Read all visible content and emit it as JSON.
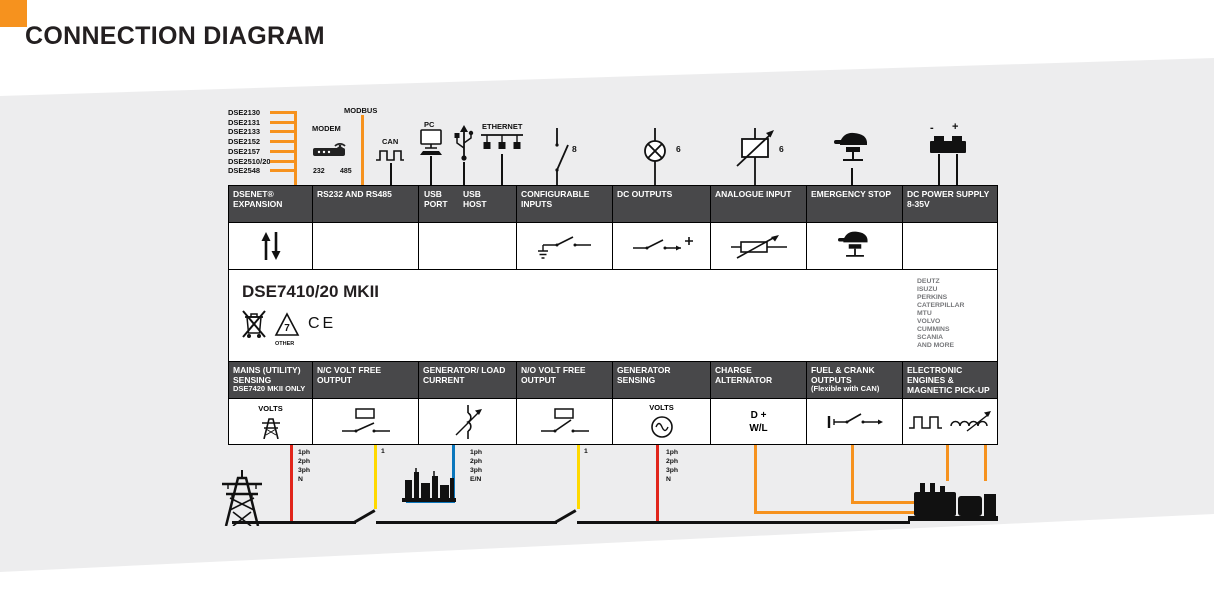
{
  "page": {
    "title": "CONNECTION DIAGRAM"
  },
  "expansion_models": [
    "DSE2130",
    "DSE2131",
    "DSE2133",
    "DSE2152",
    "DSE2157",
    "DSE2510/20",
    "DSE2548"
  ],
  "peripherals": {
    "modbus": "MODBUS",
    "modem": "MODEM",
    "modem_232": "232",
    "modem_485": "485",
    "can": "CAN",
    "pc": "PC",
    "ethernet": "ETHERNET",
    "configurable_inputs_count": "8",
    "dc_outputs_count": "6",
    "analogue_inputs_count": "6",
    "battery_minus": "-",
    "battery_plus": "+"
  },
  "upper_ports": [
    {
      "label": "DSENET® EXPANSION"
    },
    {
      "label": "RS232 AND RS485"
    },
    {
      "label": "USB PORT",
      "label_b": "USB HOST"
    },
    {
      "label": "CONFIGURABLE INPUTS"
    },
    {
      "label": "DC OUTPUTS"
    },
    {
      "label": "ANALOGUE INPUT"
    },
    {
      "label": "EMERGENCY STOP"
    },
    {
      "label": "DC POWER SUPPLY 8-35V"
    }
  ],
  "product": {
    "name": "DSE7410/20 MKII",
    "recycle_code": "7",
    "other_label": "OTHER",
    "ce_mark": "CE",
    "engine_brands": [
      "DEUTZ",
      "ISUZU",
      "PERKINS",
      "CATERPILLAR",
      "MTU",
      "VOLVO",
      "CUMMINS",
      "SCANIA",
      "AND MORE"
    ]
  },
  "lower_ports": [
    {
      "label": "MAINS (UTILITY) SENSING",
      "sublabel": "DSE7420 MKII ONLY",
      "cell_text": "VOLTS"
    },
    {
      "label": "N/C VOLT FREE OUTPUT"
    },
    {
      "label": "GENERATOR/ LOAD CURRENT"
    },
    {
      "label": "N/O VOLT FREE OUTPUT"
    },
    {
      "label": "GENERATOR SENSING",
      "cell_text": "VOLTS"
    },
    {
      "label": "CHARGE ALTERNATOR",
      "cell_line1": "D +",
      "cell_line2": "W/L"
    },
    {
      "label": "FUEL & CRANK OUTPUTS",
      "sublabel": "(Flexible with CAN)"
    },
    {
      "label": "ELECTRONIC ENGINES & MAGNETIC PICK-UP"
    }
  ],
  "wiring": {
    "mains_phases": [
      "1ph",
      "2ph",
      "3ph",
      "N"
    ],
    "nc_output_count": "1",
    "load_phases": [
      "1ph",
      "2ph",
      "3ph",
      "E/N"
    ],
    "no_output_count": "1",
    "generator_phases": [
      "1ph",
      "2ph",
      "3ph",
      "N"
    ]
  },
  "colors": {
    "accent_orange": "#F6921E",
    "wire_red": "#E1251B",
    "wire_yellow": "#FFD900",
    "wire_blue": "#0B77BD",
    "header_gray": "#48484A"
  }
}
